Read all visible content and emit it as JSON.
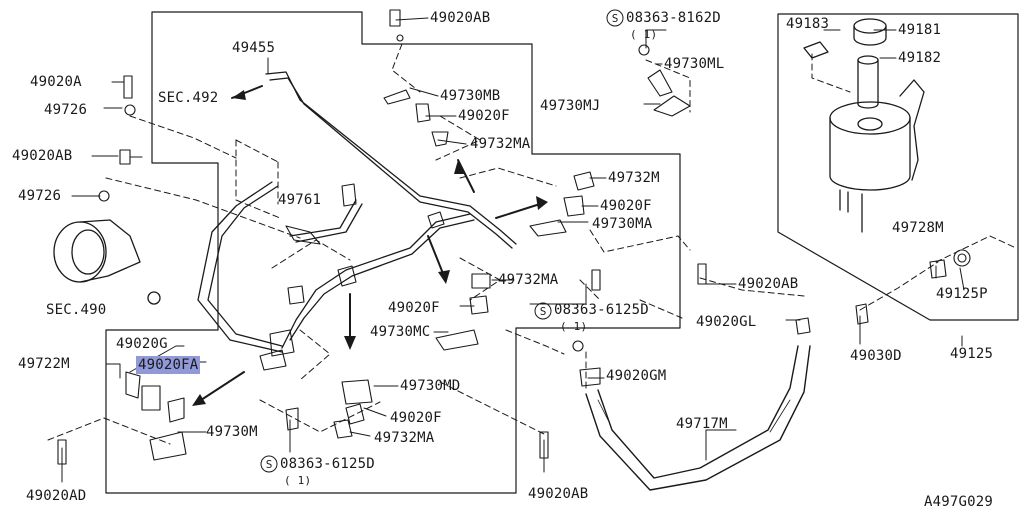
{
  "diagram_code": "A497G029",
  "colors": {
    "line": "#1a1a1a",
    "highlight": "#9199d8"
  },
  "callouts": {
    "p49020AB_top": "49020AB",
    "p49455": "49455",
    "sec492": "SEC.492",
    "p49730MB": "49730MB",
    "p49020F_1": "49020F",
    "p49732MA_1": "49732MA",
    "s08363_8162D": "08363-8162D",
    "qty_8162D": "( 1)",
    "p49730ML": "49730ML",
    "p49730MJ": "49730MJ",
    "p49183": "49183",
    "p49181": "49181",
    "p49182": "49182",
    "p49020A": "49020A",
    "p49726_1": "49726",
    "p49020AB_left": "49020AB",
    "p49726_2": "49726",
    "p49761": "49761",
    "p49732M": "49732M",
    "p49020F_2": "49020F",
    "p49730MA": "49730MA",
    "sec490": "SEC.490",
    "p49728M": "49728M",
    "p49732MA_2": "49732MA",
    "p49020AB_mid": "49020AB",
    "p49125P": "49125P",
    "p49020F_3": "49020F",
    "s08363_6125D_1": "08363-6125D",
    "qty_6125D_1": "( 1)",
    "p49020GL": "49020GL",
    "p49030D": "49030D",
    "p49125": "49125",
    "p49730MC": "49730MC",
    "p49020G": "49020G",
    "p49722M": "49722M",
    "p49020FA": "49020FA",
    "p49020GM": "49020GM",
    "p49730MD": "49730MD",
    "p49730M": "49730M",
    "p49020F_4": "49020F",
    "p49717M": "49717M",
    "p49732MA_3": "49732MA",
    "s08363_6125D_2": "08363-6125D",
    "qty_6125D_2": "( 1)",
    "p49020AD": "49020AD",
    "p49020AB_bottom": "49020AB"
  }
}
